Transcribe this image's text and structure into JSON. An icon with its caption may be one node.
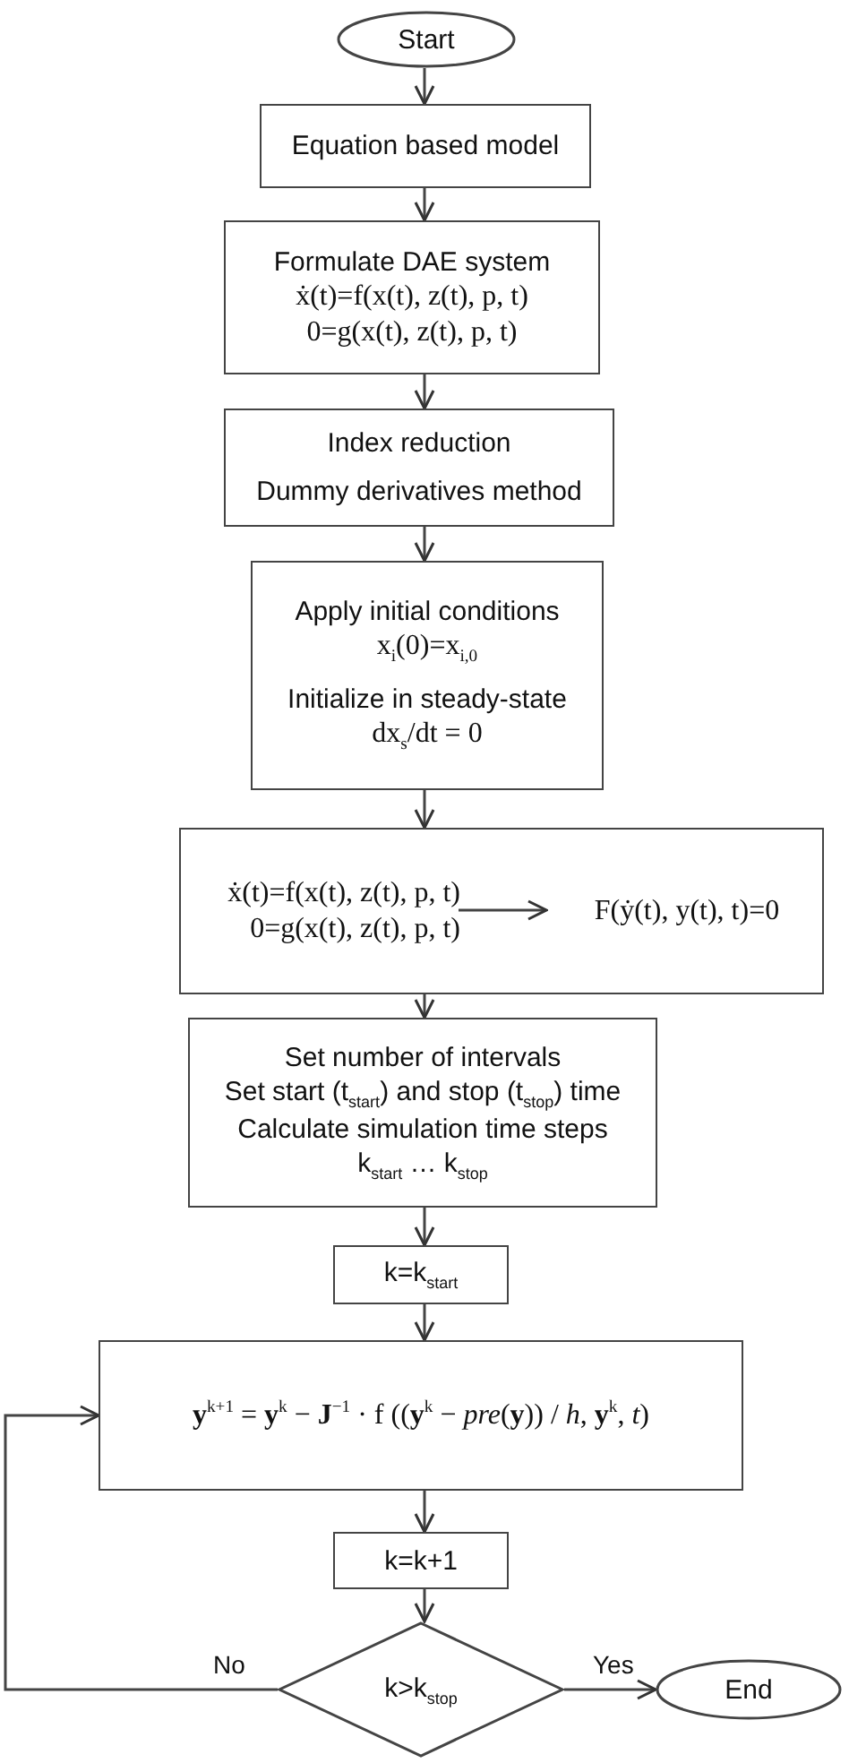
{
  "diagram": {
    "nodes": [
      {
        "text": [
          "Start"
        ]
      },
      {
        "text": [
          "Equation based model"
        ]
      },
      {
        "text": [
          "Formulate DAE system",
          "ẋ(t)=f(x(t), z(t), p, t)",
          "0=g(x(t), z(t), p, t)"
        ]
      },
      {
        "text": [
          "Index reduction",
          "Dummy derivatives method"
        ]
      },
      {
        "text": [
          "Apply initial conditions",
          "x$_{i}$(0)=x$_{i,0}$",
          "Initialize in steady-state",
          "dx$_{s}$/dt = 0"
        ]
      },
      {
        "text": [],
        "shape": "box"
      },
      {
        "text": [
          "ẋ(t)=f(x(t), z(t), p, t)",
          "0=g(x(t), z(t), p, t)"
        ],
        "in": 5
      },
      {
        "text": [
          "F(ẏ(t), y(t), t)=0"
        ],
        "in": 5
      },
      {
        "text": [
          "Set number of intervals",
          "Set start (t$_{start}$) and stop (t$_{stop}$) time",
          "Calculate simulation time steps",
          "k$_{start}$ … k$_{stop}$"
        ]
      },
      {
        "text": [
          "k=k$_{start}$"
        ]
      },
      {
        "text": [
          "**y**$^{k+1}$ = **y**$^{k}$ − **J**$^{−1}$ · f ((**y**$^{k}$ − *pre*(**y**)) / *h*, **y**$^{k}$, *t*)"
        ]
      },
      {
        "text": [
          "k=k+1"
        ]
      },
      {
        "text": [
          "k>k$_{stop}$"
        ]
      },
      {
        "text": [
          "End"
        ]
      }
    ],
    "edges": [
      {
        "from": 0,
        "to": 1,
        "arrow": "to"
      },
      {
        "from": 1,
        "to": 2,
        "arrow": "to"
      },
      {
        "from": 2,
        "to": 3,
        "arrow": "to"
      },
      {
        "from": 3,
        "to": 4,
        "arrow": "to"
      },
      {
        "from": 4,
        "to": 5,
        "arrow": "to"
      },
      {
        "from": 6,
        "to": 7,
        "arrow": "to"
      },
      {
        "from": 5,
        "to": 8,
        "arrow": "to"
      },
      {
        "from": 8,
        "to": 9,
        "arrow": "to"
      },
      {
        "from": 9,
        "to": 10,
        "arrow": "to"
      },
      {
        "from": 10,
        "to": 11,
        "arrow": "to"
      },
      {
        "from": 11,
        "to": 12,
        "arrow": "to"
      },
      {
        "from": 12,
        "to": 13,
        "arrow": "to",
        "label": "Yes"
      },
      {
        "from": 12,
        "to": 10,
        "arrow": "to",
        "label": "No"
      }
    ]
  }
}
